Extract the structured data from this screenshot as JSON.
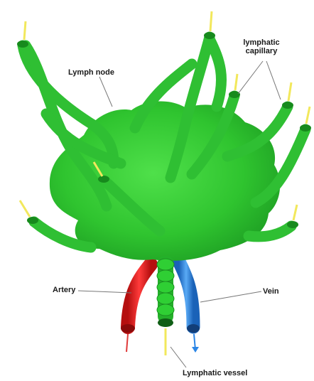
{
  "labels": {
    "lymph_node": "Lymph node",
    "lymphatic_capillary_line1": "lymphatic",
    "lymphatic_capillary_line2": "capillary",
    "artery": "Artery",
    "vein": "Vein",
    "lymphatic_vessel": "Lymphatic vessel"
  },
  "colors": {
    "node_green": "#33cc33",
    "node_green_dark": "#1f9e23",
    "artery_red": "#e01a1a",
    "vein_blue": "#2b86e6",
    "flow_arrow_yellow": "#f2e85c"
  }
}
